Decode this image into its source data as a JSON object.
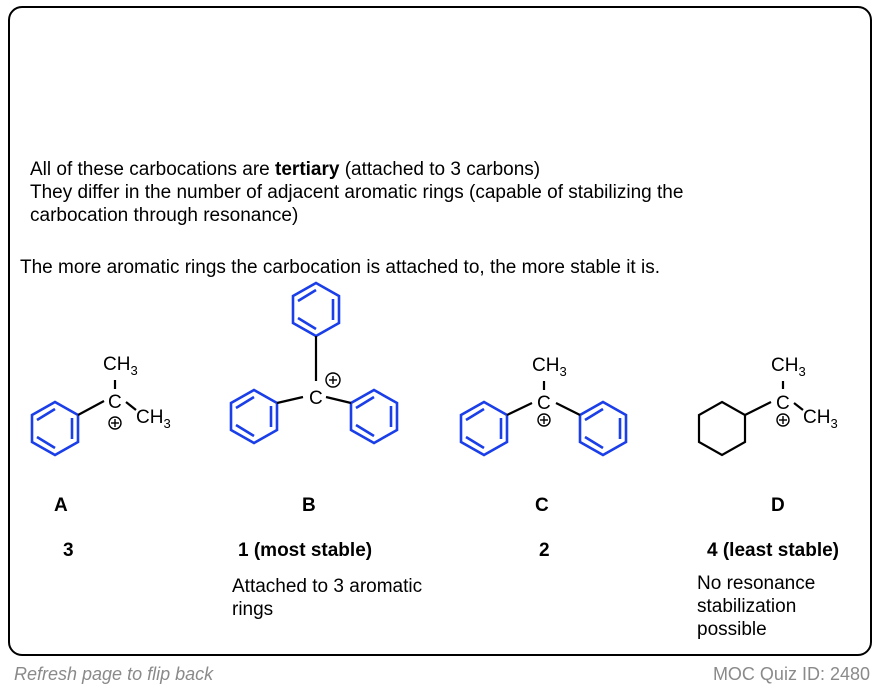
{
  "intro": {
    "line1_pre": "All of these carbocations are ",
    "line1_bold": "tertiary",
    "line1_post": " (attached to 3 carbons)",
    "line2": "They differ in the number of adjacent aromatic rings (capable of stabilizing the",
    "line3": "carbocation through resonance)"
  },
  "rule": "The more aromatic rings the carbocation is attached to, the more stable it is.",
  "atoms": {
    "carbon": "C",
    "methyl": "CH",
    "methyl_sub": "3",
    "charge": "+"
  },
  "molecules": [
    {
      "label": "A",
      "rank": "3",
      "note": []
    },
    {
      "label": "B",
      "rank": "1 (most stable)",
      "note": [
        "Attached to 3 aromatic",
        "rings"
      ]
    },
    {
      "label": "C",
      "rank": "2",
      "note": []
    },
    {
      "label": "D",
      "rank": "4 (least stable)",
      "note": [
        "No resonance",
        "stabilization",
        "possible"
      ]
    }
  ],
  "colors": {
    "aromatic": "#1a3ee8",
    "bond": "#000000",
    "footer": "#8a8a8a"
  },
  "footer": {
    "left": "Refresh page to flip back",
    "right": "MOC Quiz ID: 2480"
  }
}
